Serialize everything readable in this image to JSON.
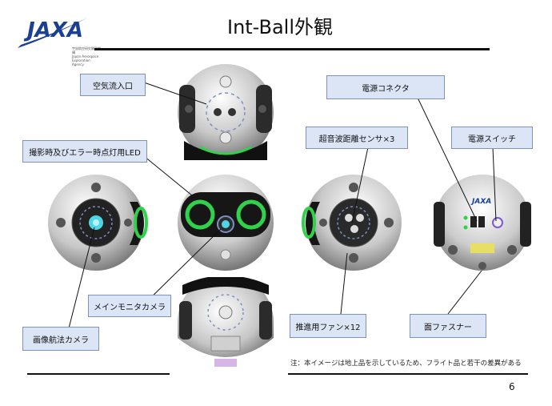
{
  "title": "Int-Ball外観",
  "logo": {
    "text": "JAXA",
    "sub_ja": "宇宙航空研究開発機構",
    "sub_en": "Japan Aerospace Exploration Agency"
  },
  "callouts": {
    "air_inlet": "空気流入口",
    "led": "撮影時及びエラー時点灯用LED",
    "main_camera": "メインモニタカメラ",
    "nav_camera": "画像航法カメラ",
    "power_connector": "電源コネクタ",
    "ultrasonic": "超音波距離センサ×3",
    "power_switch": "電源スイッチ",
    "fan": "推進用ファン×12",
    "fastener": "面ファスナー"
  },
  "device_logo": "JAXA",
  "note": "注：本イメージは地上品を示しているため、フライト品と若干の差異がある",
  "page_number": "6",
  "colors": {
    "callout_fill": "#dbe5f5",
    "callout_border": "#7f93b8",
    "led_green": "#2fd24a",
    "camera_cyan": "#4fd6e6"
  }
}
